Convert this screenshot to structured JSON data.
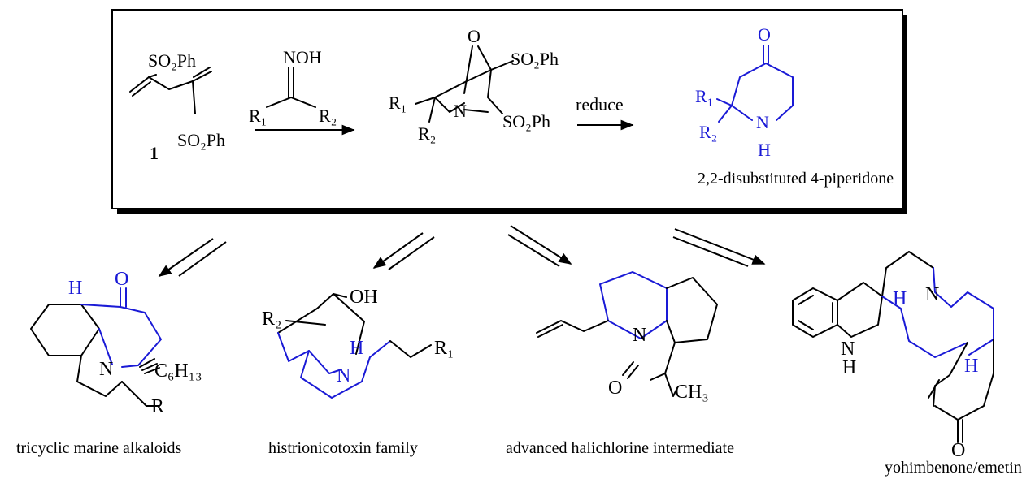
{
  "colors": {
    "highlight": "#1a1ad6",
    "ink": "#000000",
    "background": "#ffffff"
  },
  "labels": {
    "so2ph": "SO₂Ph",
    "compound_number": "1",
    "noh": "NOH",
    "r1": "R₁",
    "r2": "R₂",
    "r": "R",
    "o": "O",
    "n": "N",
    "h": "H",
    "oh": "OH",
    "c6h13": "C₆H₁₃",
    "ch3": "CH₃",
    "reduce": "reduce"
  },
  "products": {
    "box_product": "2,2-disubstituted 4-piperidone",
    "p1": "tricyclic marine alkaloids",
    "p2": "histrionicotoxin family",
    "p3": "advanced halichlorine intermediate",
    "p4": "yohimbenone/emetine"
  }
}
